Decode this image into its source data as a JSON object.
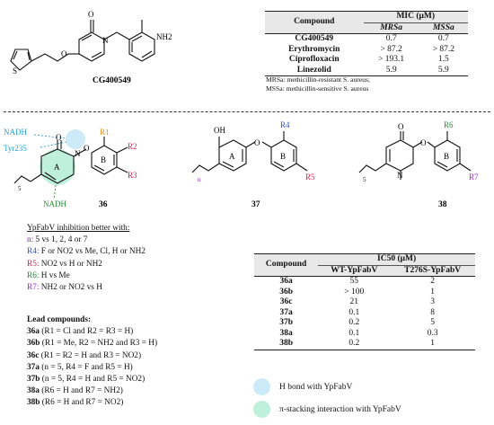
{
  "top_compound": {
    "label": "CG400549",
    "nh2": "NH2",
    "o": "O",
    "s": "S",
    "n": "N"
  },
  "mic_table": {
    "headers": [
      "Compound",
      "MIC (μM)"
    ],
    "subheaders": [
      "MRSa",
      "MSSa"
    ],
    "rows": [
      {
        "compound": "CG400549",
        "mrsa": "0.7",
        "mssa": "0.7"
      },
      {
        "compound": "Erythromycin",
        "mrsa": "> 87.2",
        "mssa": "> 87.2"
      },
      {
        "compound": "Ciprofloxacin",
        "mrsa": "> 193.1",
        "mssa": "1.5"
      },
      {
        "compound": "Linezolid",
        "mrsa": "5.9",
        "mssa": "5.9"
      }
    ],
    "notes": [
      "MRSa: methicillin-resistant S. aureus;",
      "MSSa: methicillin-sensitive S. aureus"
    ]
  },
  "scaffolds": {
    "s36": {
      "label": "36",
      "nadh_top": "NADH",
      "tyr": "Tyr235",
      "nadh_bottom": "NADH",
      "ring_a": "A",
      "ring_b": "B",
      "r1": "R1",
      "r2": "R2",
      "r3": "R3",
      "sub": "5"
    },
    "s37": {
      "label": "37",
      "oh": "OH",
      "ring_a": "A",
      "ring_b": "B",
      "r4": "R4",
      "r5": "R5",
      "sub": "n"
    },
    "s38": {
      "label": "38",
      "o": "O",
      "n": "N",
      "ring_b": "B",
      "r6": "R6",
      "r7": "R7",
      "sub": "5"
    }
  },
  "sar": {
    "title": "YpFabV inhibition better with:",
    "lines": [
      {
        "key": "n:",
        "text": " 5 vs 1, 2, 4 or 7"
      },
      {
        "key": "R4:",
        "text": " F or NO2 vs Me, Cl, H or NH2"
      },
      {
        "key": "R5:",
        "text": " NO2 vs H or NH2"
      },
      {
        "key": "R6:",
        "text": " H vs Me"
      },
      {
        "key": "R7:",
        "text": " NH2 or NO2 vs H"
      }
    ]
  },
  "lead": {
    "title": "Lead compounds:",
    "items": [
      {
        "id": "36a",
        "text": "(R1 = Cl and R2 = R3 = H)"
      },
      {
        "id": "36b",
        "text": "(R1 = Me, R2 = NH2 and R3 = H)"
      },
      {
        "id": "36c",
        "text": "(R1 = R2 = H and R3 = NO2)"
      },
      {
        "id": "37a",
        "text": "(n = 5, R4 = F and R5 = H)"
      },
      {
        "id": "37b",
        "text": "(n = 5, R4 = H and R5 = NO2)"
      },
      {
        "id": "38a",
        "text": "(R6 = H and R7 = NH2)"
      },
      {
        "id": "38b",
        "text": "(R6 = H and R7 = NO2)"
      }
    ]
  },
  "ic50_table": {
    "headers": [
      "Compound",
      "IC50 (μM)"
    ],
    "subheaders": [
      "WT-YpFabV",
      "T276S-YpFabV"
    ],
    "rows": [
      {
        "compound": "36a",
        "wt": "55",
        "mut": "2"
      },
      {
        "compound": "36b",
        "wt": "> 100",
        "mut": "1"
      },
      {
        "compound": "36c",
        "wt": "21",
        "mut": "3"
      },
      {
        "compound": "37a",
        "wt": "0.1",
        "mut": "8"
      },
      {
        "compound": "37b",
        "wt": "0.2",
        "mut": "5"
      },
      {
        "compound": "38a",
        "wt": "0.1",
        "mut": "0.3"
      },
      {
        "compound": "38b",
        "wt": "0.2",
        "mut": "1"
      }
    ]
  },
  "legend": [
    {
      "label": "H bond with YpFabV",
      "color": "#cdeaf8"
    },
    {
      "label": "π-stacking interaction with YpFabV",
      "color": "#bff0dc"
    }
  ],
  "colors": {
    "r1": "#e8911d",
    "r23": "#d6234a",
    "r4": "#2f4fd6",
    "r6": "#2e8b3a",
    "r7": "#9b2bd8",
    "nadh": "#2d9fd3",
    "nadh_bottom": "#2e8b3a"
  }
}
